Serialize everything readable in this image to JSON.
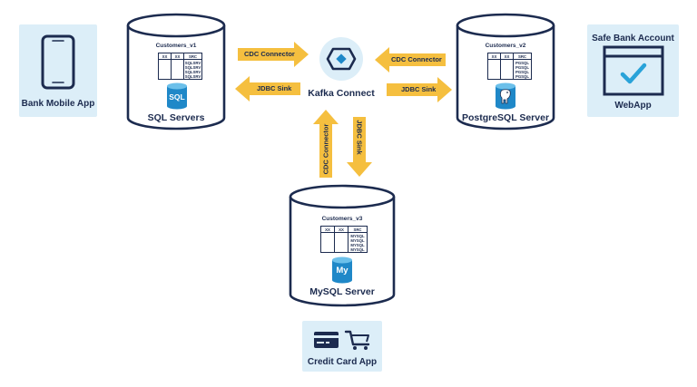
{
  "diagram": {
    "colors": {
      "navy": "#1c2b4f",
      "arrow": "#f5bf3f",
      "panel": "#dceef8",
      "accent": "#1f88c8",
      "check": "#29a3d9"
    },
    "bank_mobile_app": {
      "label": "Bank Mobile App",
      "icon": "smartphone-icon"
    },
    "safe_bank": {
      "title": "Safe Bank Account",
      "label": "WebApp",
      "icon": "browser-check-icon"
    },
    "credit_card_app": {
      "label": "Credit Card App",
      "icons": [
        "credit-card-icon",
        "shopping-cart-icon"
      ]
    },
    "kafka_connect": {
      "label": "Kafka Connect",
      "icon": "kafka-connect-icon"
    },
    "databases": {
      "sql": {
        "table_title": "Customers_v1",
        "label": "SQL Servers",
        "icon": "sql-database-icon",
        "logo_text": "SQL",
        "columns": [
          "XX",
          "XX",
          "SRC"
        ],
        "src_values": [
          "SQLSRV",
          "SQLSRV",
          "SQLSRV",
          "SQLSRV"
        ]
      },
      "postgres": {
        "table_title": "Customers_v2",
        "label": "PostgreSQL Server",
        "icon": "postgresql-elephant-icon",
        "columns": [
          "XX",
          "XX",
          "SRC"
        ],
        "src_values": [
          "PGSQL",
          "PGSQL",
          "PGSQL",
          "PGSQL"
        ]
      },
      "mysql": {
        "table_title": "Customers_v3",
        "label": "MySQL Server",
        "icon": "mysql-database-icon",
        "logo_text": "My",
        "columns": [
          "XX",
          "XX",
          "SRC"
        ],
        "src_values": [
          "MYSQL",
          "MYSQL",
          "MYSQL",
          "MYSQL"
        ]
      }
    },
    "arrows": {
      "sql_cdc": "CDC Connector",
      "sql_jdbc": "JDBC Sink",
      "pg_cdc": "CDC Connector",
      "pg_jdbc": "JDBC Sink",
      "mysql_cdc": "CDC Connector",
      "mysql_jdbc": "JDBC Sink"
    }
  }
}
